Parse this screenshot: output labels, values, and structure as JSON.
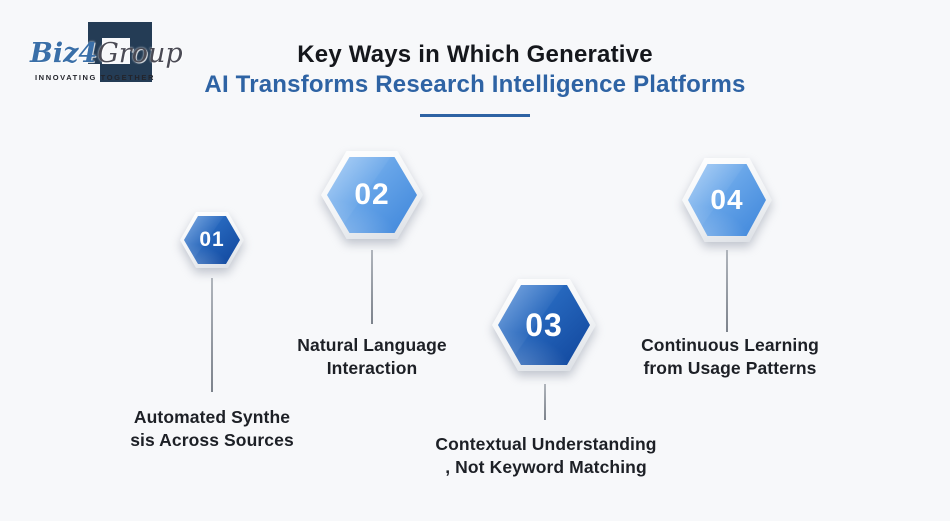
{
  "logo": {
    "brand_biz": "Biz",
    "brand_4": "4",
    "brand_group": "Group",
    "tagline": "INNOVATING TOGETHER",
    "colors": {
      "biz_blue": "#3a6fa8",
      "group_gray": "#4b4b55",
      "mark_navy": "#243c55"
    }
  },
  "header": {
    "title_line1": "Key Ways in Which Generative",
    "title_line2": "AI Transforms Research Intelligence Platforms",
    "title_line1_color": "#15171c",
    "title_line2_color": "#2e63a4",
    "underline_color": "#2e63a4"
  },
  "items": [
    {
      "number": "01",
      "label_line1": "Automated Synthe",
      "label_line2": "sis Across Sources",
      "variant": "dark"
    },
    {
      "number": "02",
      "label_line1": "Natural Language",
      "label_line2": "Interaction",
      "variant": "light"
    },
    {
      "number": "03",
      "label_line1": "Contextual Understanding",
      "label_line2": ", Not Keyword Matching",
      "variant": "dark"
    },
    {
      "number": "04",
      "label_line1": "Continuous Learning",
      "label_line2": "from Usage Patterns",
      "variant": "light"
    }
  ],
  "colors": {
    "background": "#f7f8fa",
    "hex_dark_start": "#4e8bd8",
    "hex_dark_end": "#10459b",
    "hex_light_start": "#93c2f3",
    "hex_light_end": "#3d85da",
    "connector_gray": "#8f959d",
    "label_text": "#1d2026"
  }
}
